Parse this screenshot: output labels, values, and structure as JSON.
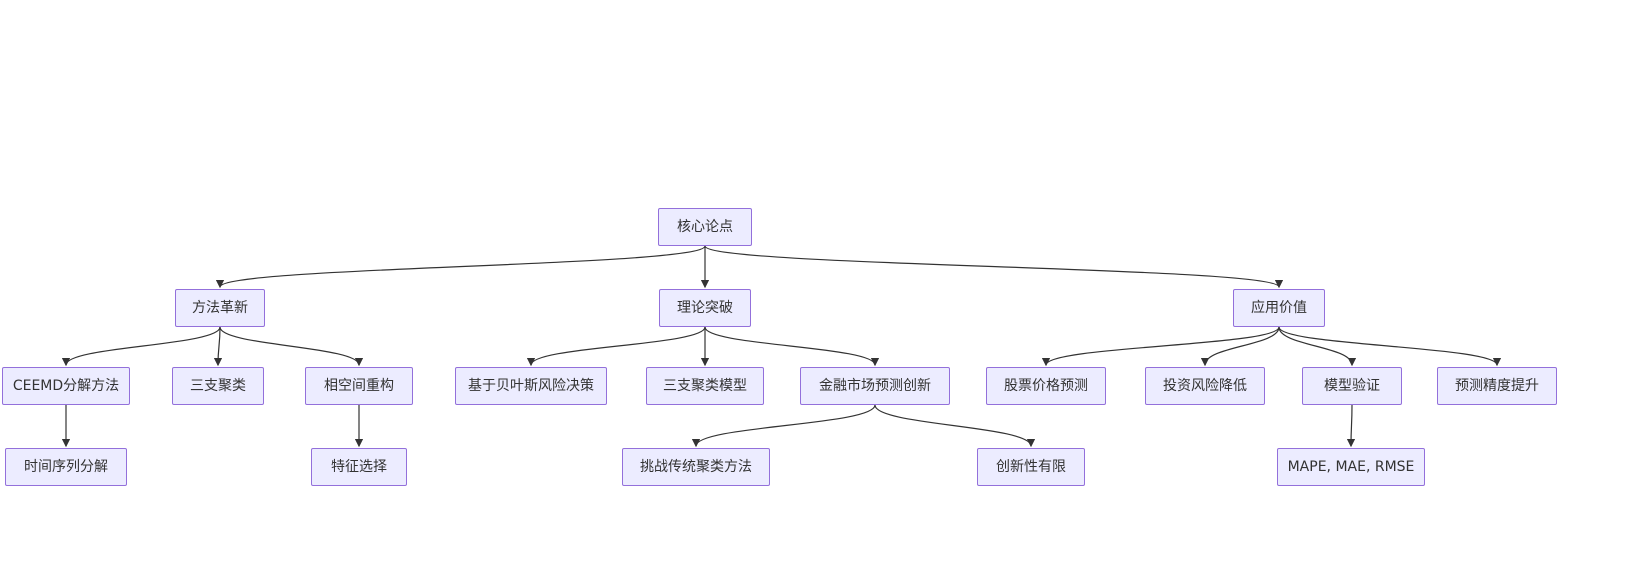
{
  "diagram": {
    "title": "",
    "type": "flowchart-tree",
    "colors": {
      "node_fill": "#ECECFF",
      "node_border": "#9370DB",
      "node_text": "#333333",
      "edge": "#333333",
      "background": "#ffffff"
    },
    "nodes": [
      {
        "id": "root",
        "label": "核心论点"
      },
      {
        "id": "method",
        "label": "方法革新"
      },
      {
        "id": "theory",
        "label": "理论突破"
      },
      {
        "id": "application",
        "label": "应用价值"
      },
      {
        "id": "ceemd",
        "label": "CEEMD分解方法"
      },
      {
        "id": "three-way-clustering",
        "label": "三支聚类"
      },
      {
        "id": "phase-space",
        "label": "相空间重构"
      },
      {
        "id": "bayes-risk",
        "label": "基于贝叶斯风险决策"
      },
      {
        "id": "three-way-model",
        "label": "三支聚类模型"
      },
      {
        "id": "finance-innovation",
        "label": "金融市场预测创新"
      },
      {
        "id": "stock-prediction",
        "label": "股票价格预测"
      },
      {
        "id": "risk-reduction",
        "label": "投资风险降低"
      },
      {
        "id": "model-validation",
        "label": "模型验证"
      },
      {
        "id": "accuracy-improvement",
        "label": "预测精度提升"
      },
      {
        "id": "time-series-decomposition",
        "label": "时间序列分解"
      },
      {
        "id": "feature-selection",
        "label": "特征选择"
      },
      {
        "id": "challenge-traditional",
        "label": "挑战传统聚类方法"
      },
      {
        "id": "limited-novelty",
        "label": "创新性有限"
      },
      {
        "id": "metrics",
        "label": "MAPE, MAE, RMSE"
      }
    ],
    "edges": [
      {
        "from": "root",
        "to": "method"
      },
      {
        "from": "root",
        "to": "theory"
      },
      {
        "from": "root",
        "to": "application"
      },
      {
        "from": "method",
        "to": "ceemd"
      },
      {
        "from": "method",
        "to": "three-way-clustering"
      },
      {
        "from": "method",
        "to": "phase-space"
      },
      {
        "from": "theory",
        "to": "bayes-risk"
      },
      {
        "from": "theory",
        "to": "three-way-model"
      },
      {
        "from": "theory",
        "to": "finance-innovation"
      },
      {
        "from": "application",
        "to": "stock-prediction"
      },
      {
        "from": "application",
        "to": "risk-reduction"
      },
      {
        "from": "application",
        "to": "model-validation"
      },
      {
        "from": "application",
        "to": "accuracy-improvement"
      },
      {
        "from": "ceemd",
        "to": "time-series-decomposition"
      },
      {
        "from": "phase-space",
        "to": "feature-selection"
      },
      {
        "from": "finance-innovation",
        "to": "challenge-traditional"
      },
      {
        "from": "finance-innovation",
        "to": "limited-novelty"
      },
      {
        "from": "model-validation",
        "to": "metrics"
      }
    ]
  }
}
